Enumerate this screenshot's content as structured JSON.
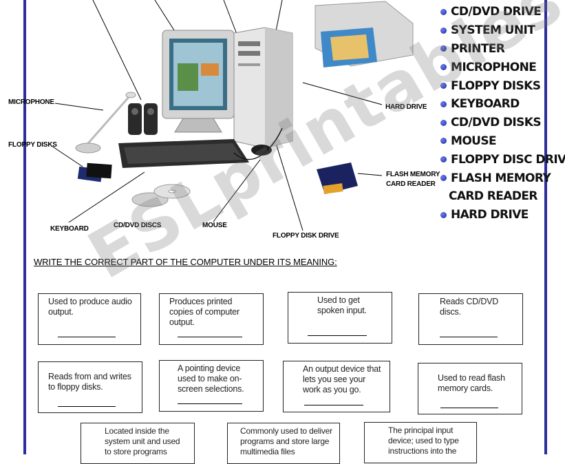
{
  "callouts": {
    "microphone": "MICROPHONE",
    "floppy_disks": "FLOPPY DISKS",
    "keyboard": "KEYBOARD",
    "cd_dvd_discs": "CD/DVD DISCS",
    "mouse": "MOUSE",
    "floppy_disk_drive": "FLOPPY DISK DRIVE",
    "hard_drive": "HARD DRIVE",
    "flash_line1": "FLASH MEMORY",
    "flash_line2": "CARD READER"
  },
  "parts_list": [
    {
      "label": "CD/DVD DRIVE",
      "bullet": true
    },
    {
      "label": "SYSTEM UNIT",
      "bullet": true
    },
    {
      "label": "PRINTER",
      "bullet": true
    },
    {
      "label": "MICROPHONE",
      "bullet": true
    },
    {
      "label": "FLOPPY DISKS",
      "bullet": true
    },
    {
      "label": "KEYBOARD",
      "bullet": true
    },
    {
      "label": "CD/DVD DISKS",
      "bullet": true
    },
    {
      "label": "MOUSE",
      "bullet": true
    },
    {
      "label": "FLOPPY DISC DRIVE",
      "bullet": true
    },
    {
      "label": "FLASH MEMORY",
      "bullet": true
    },
    {
      "label": "CARD READER",
      "bullet": false
    },
    {
      "label": "HARD DRIVE",
      "bullet": true
    }
  ],
  "instruction": "WRITE THE CORRECT PART OF THE COMPUTER UNDER ITS MEANING:",
  "definitions": [
    "Used to produce audio output.",
    "Produces printed copies of computer output.",
    "Used to get spoken input.",
    "Reads CD/DVD discs.",
    "Reads from and writes to floppy disks.",
    "A pointing device used to make on-screen selections.",
    "An output device that lets you see your work as you go.",
    "Used to read flash memory cards.",
    "Located inside the system unit and used to store programs",
    "Commonly used to deliver programs and store large multimedia files",
    "The principal input device; used to type instructions into the"
  ],
  "watermark": "ESLprintables.com",
  "colors": {
    "border": "#2b2f9a",
    "bullet": "#2a3bd0"
  }
}
